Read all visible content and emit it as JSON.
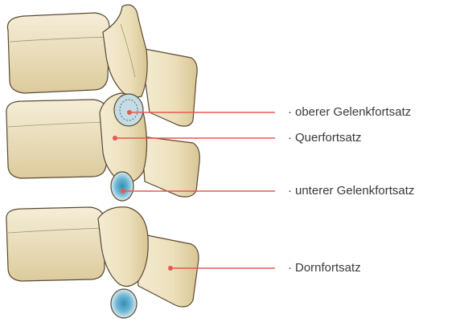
{
  "labels": {
    "oberer": "oberer Gelenkfortsatz",
    "quer": "Querfortsatz",
    "unterer": "unterer Gelenkfortsatz",
    "dorn": "Dornfortsatz"
  },
  "bullet": "·",
  "colors": {
    "bone_fill": "#efe4c4",
    "bone_shade": "#c9b88f",
    "bone_outline": "#5a4a32",
    "cartilage_fill": "#b9d9e6",
    "cartilage_core": "#4aa3c7",
    "leader_line": "#e8584f",
    "leader_dot": "#e8584f",
    "label_text": "#3a3a3a"
  }
}
